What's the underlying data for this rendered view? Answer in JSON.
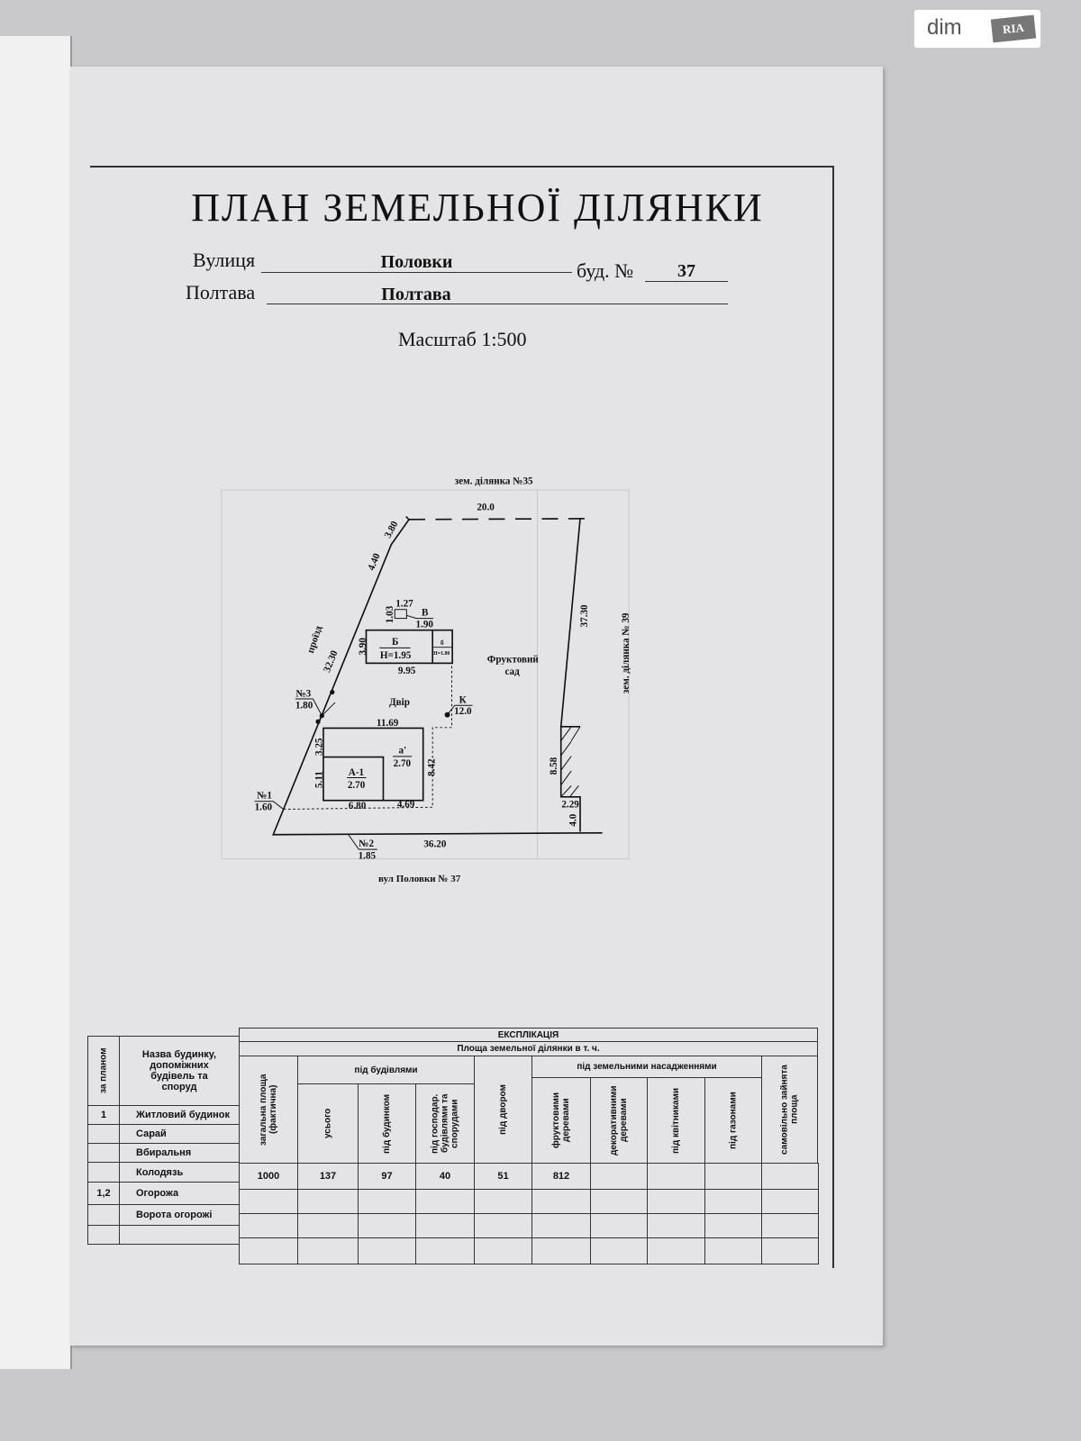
{
  "watermark": {
    "dim": "dim",
    "ria": "RIA"
  },
  "header": {
    "title": "ПЛАН  ЗЕМЕЛЬНОЇ  ДІЛЯНКИ",
    "street_label": "Вулиця",
    "street_value": "Половки",
    "house_label": "буд. №",
    "house_value": "37",
    "city_label": "Полтава",
    "city_value": "Полтава",
    "scale": "Масштаб 1:500"
  },
  "plan": {
    "north_neighbor": "зем. ділянка №35",
    "east_neighbor": "зем. ділянка № 39",
    "south_street": "вул Половки № 37",
    "passage": "проїзд",
    "orchard_1": "Фруктовий",
    "orchard_2": "сад",
    "yard": "Двір",
    "dims": {
      "top": "20.0",
      "left_top": "3.80",
      "left_mid": "4.40",
      "left_long": "32.30",
      "right": "37.30",
      "bottom": "36.20",
      "right_low": "8.58",
      "right_small": "2.29",
      "right_corner": "4.0",
      "house_w": "11.69",
      "house_h_top": "3.25",
      "house_h": "5.11",
      "house_b1": "6.80",
      "house_b2": "4.69",
      "yard_h": "8.42",
      "shed_w": "9.95",
      "shed_h": "3.90",
      "toilet_w": "1.27",
      "toilet_h": "1.03",
      "toilet_lbl": "1.90"
    },
    "labels": {
      "house": "А-1",
      "house_h": "2.70",
      "annex": "а'",
      "annex_h": "2.70",
      "shed": "Б",
      "shed_h": "Н=1.95",
      "shed_small": "б",
      "shed_small_h": "Н=1.80",
      "toilet": "В",
      "well": "К",
      "well_val": "12.0",
      "p1": "№1",
      "p1v": "1.60",
      "p2": "№2",
      "p2v": "1.85",
      "p3": "№3",
      "p3v": "1.80"
    }
  },
  "table": {
    "title": "ЕКСПЛІКАЦІЯ",
    "subtitle": "Площа земельної ділянки в т. ч.",
    "num_header": "за планом",
    "name_header": "Назва будинку, допоміжних будівель та споруд",
    "total": "загальна площа (фактична)",
    "buildings": "під будівлями",
    "b_all": "усього",
    "b_house": "під будинком",
    "b_other": "під господар. будівлями та спорудами",
    "yard": "під двором",
    "plantings": "під земельними насадженнями",
    "p_fruit": "фруктовими деревами",
    "p_decor": "декоративними деревами",
    "p_flowers": "під квітниками",
    "p_lawn": "під газонами",
    "unauth": "самовільно зайнята площа",
    "names": [
      {
        "num": "1",
        "name": "Житловий будинок"
      },
      {
        "num": "",
        "name": "Сарай"
      },
      {
        "num": "",
        "name": "Вбиральня"
      },
      {
        "num": "",
        "name": "Колодязь"
      },
      {
        "num": "1,2",
        "name": "Огорожа"
      },
      {
        "num": "",
        "name": "Ворота огорожі"
      },
      {
        "num": "",
        "name": ""
      }
    ],
    "values": [
      [
        "1000",
        "137",
        "97",
        "40",
        "51",
        "812",
        "",
        "",
        "",
        "",
        ""
      ],
      [
        "",
        "",
        "",
        "",
        "",
        "",
        "",
        "",
        "",
        "",
        ""
      ],
      [
        "",
        "",
        "",
        "",
        "",
        "",
        "",
        "",
        "",
        "",
        ""
      ],
      [
        "",
        "",
        "",
        "",
        "",
        "",
        "",
        "",
        "",
        "",
        ""
      ]
    ]
  }
}
